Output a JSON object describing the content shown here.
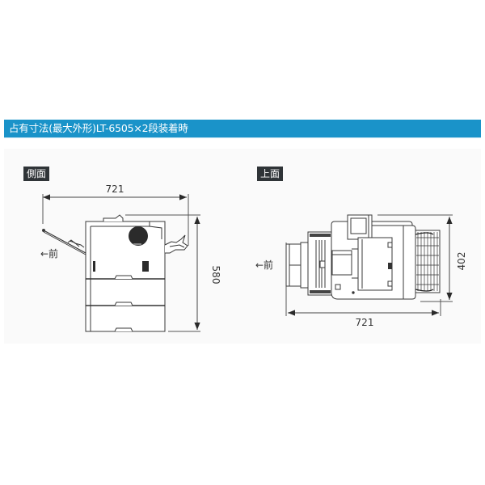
{
  "header": {
    "title": "占有寸法(最大外形)LT-6505×2段装着時",
    "banner_color": "#1a93c9"
  },
  "side_view": {
    "label": "側面",
    "width_dim": "721",
    "height_dim": "580",
    "front_indicator": "←前"
  },
  "top_view": {
    "label": "上面",
    "width_dim": "721",
    "depth_dim": "402",
    "front_indicator": "←前"
  },
  "colors": {
    "label_bg": "#2f3437",
    "line": "#3a3a3a",
    "panel_bg": "#fafafa"
  }
}
